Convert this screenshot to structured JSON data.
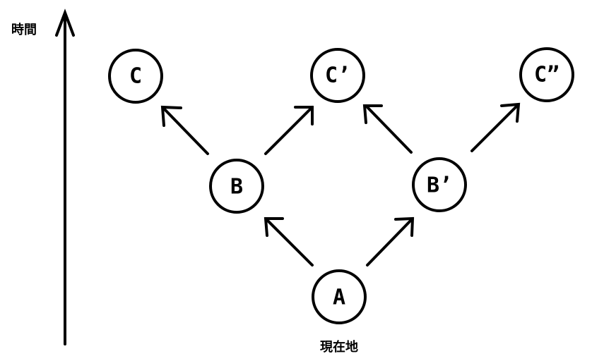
{
  "diagram": {
    "time_axis_label": "時間",
    "current_location_label": "現在地",
    "nodes": [
      {
        "id": "A",
        "label": "A"
      },
      {
        "id": "B",
        "label": "B"
      },
      {
        "id": "B2",
        "label": "B’"
      },
      {
        "id": "C",
        "label": "C"
      },
      {
        "id": "C2",
        "label": "C’"
      },
      {
        "id": "C3",
        "label": "C”"
      }
    ],
    "edges": [
      {
        "from": "A",
        "to": "B"
      },
      {
        "from": "A",
        "to": "B2"
      },
      {
        "from": "B",
        "to": "C"
      },
      {
        "from": "B",
        "to": "C2"
      },
      {
        "from": "B2",
        "to": "C2"
      },
      {
        "from": "B2",
        "to": "C3"
      }
    ]
  }
}
